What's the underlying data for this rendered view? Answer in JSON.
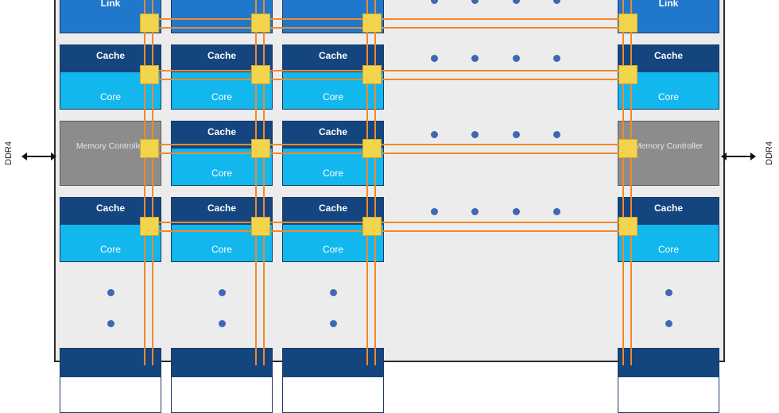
{
  "labels": {
    "link": "Link",
    "cache": "Cache",
    "core": "Core",
    "memory_controller": "Memory Controller",
    "ddr_left": "DDR4",
    "ddr_right": "DDR4"
  },
  "colors": {
    "cache_tile": "#15457e",
    "core_tile": "#12b7ee",
    "link_tile": "#1f78cc",
    "memory_controller_tile": "#8c8c8c",
    "mesh_wire": "#f08a2a",
    "mesh_stop": "#f2d54c",
    "ellipsis_dot": "#3f67b5",
    "die_background": "#ececec"
  }
}
